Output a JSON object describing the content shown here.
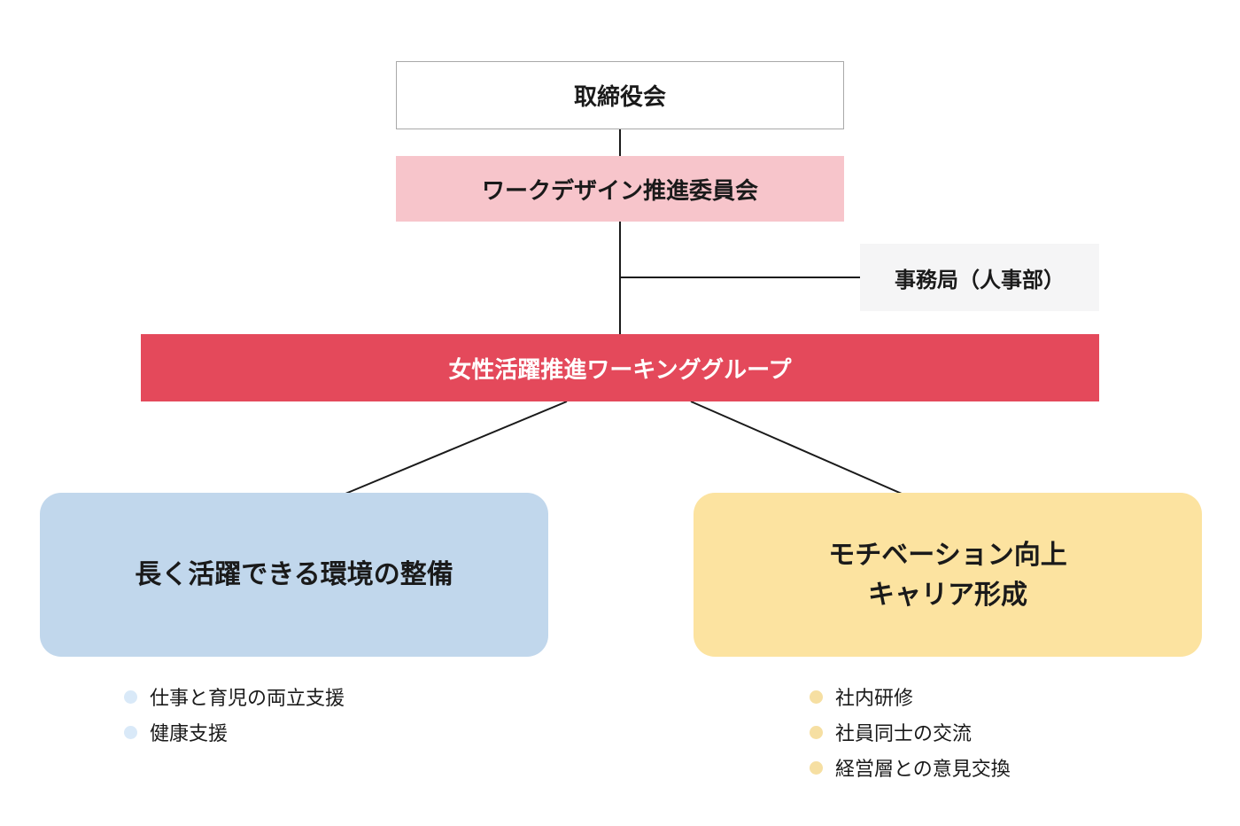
{
  "colors": {
    "text_color": "#1a1a1a",
    "line_color": "#1a1a1a",
    "board_bg": "#ffffff",
    "board_border": "#a9a9a9",
    "committee_bg": "#f7c5cb",
    "secretariat_bg": "#f5f5f6",
    "working_group_bg": "#e4495b",
    "working_group_text": "#ffffff",
    "env_bg": "#c1d7ec",
    "env_bullet": "#d9e9f8",
    "motivation_bg": "#fce3a0",
    "motivation_bullet": "#f6dfa2"
  },
  "nodes": {
    "board": {
      "label": "取締役会"
    },
    "committee": {
      "label": "ワークデザイン推進委員会"
    },
    "secretariat": {
      "label": "事務局（人事部）"
    },
    "working_group": {
      "label": "女性活躍推進ワーキンググループ"
    },
    "env": {
      "label": "長く活躍できる環境の整備",
      "items": [
        "仕事と育児の両立支援",
        "健康支援"
      ]
    },
    "motivation": {
      "label": "モチベーション向上\nキャリア形成",
      "items": [
        "社内研修",
        "社員同士の交流",
        "経営層との意見交換"
      ]
    }
  }
}
